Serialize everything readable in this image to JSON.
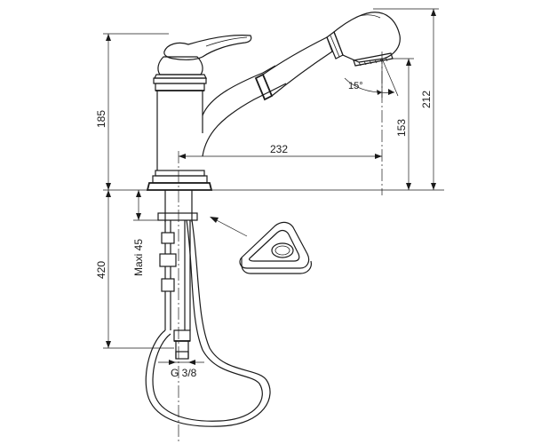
{
  "dimensions": {
    "total_height_above_deck": "185",
    "spout_outlet_height": "212",
    "aerator_height": "153",
    "spout_reach": "232",
    "spray_angle": "15°",
    "hose_length_below_deck": "420",
    "max_deck_thickness": "Maxi 45",
    "inlet_thread": "G 3/8"
  },
  "colors": {
    "line": "#1a1a1a",
    "background": "#ffffff"
  }
}
